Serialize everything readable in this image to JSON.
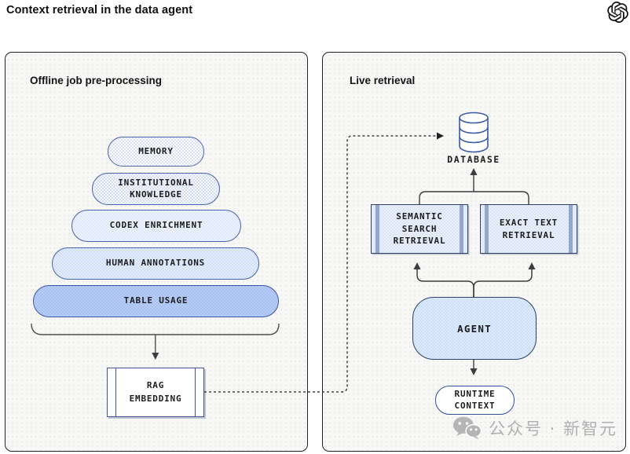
{
  "title": "Context retrieval in the data agent",
  "brand": {
    "logo": "openai-logo"
  },
  "panels": {
    "offline": {
      "heading": "Offline job pre-processing",
      "pyramid": [
        {
          "label": "MEMORY"
        },
        {
          "label": "INSTITUTIONAL\nKNOWLEDGE"
        },
        {
          "label": "CODEX ENRICHMENT"
        },
        {
          "label": "HUMAN ANNOTATIONS"
        },
        {
          "label": "TABLE USAGE"
        }
      ],
      "rag": {
        "label": "RAG\nEMBEDDING"
      }
    },
    "live": {
      "heading": "Live retrieval",
      "database": {
        "label": "DATABASE",
        "icon": "database-icon"
      },
      "retrievals": [
        {
          "label": "SEMANTIC\nSEARCH\nRETRIEVAL"
        },
        {
          "label": "EXACT TEXT\nRETRIEVAL"
        }
      ],
      "agent": {
        "label": "AGENT"
      },
      "runtime": {
        "label": "RUNTIME\nCONTEXT"
      }
    }
  },
  "watermark": {
    "icon": "wechat-icon",
    "text": "公众号 · 新智元"
  },
  "colors": {
    "pill_border": "#4563ae",
    "dark_border": "#2b4065",
    "fill_light": "#dde7fa",
    "fill_human": "#d3e0f9",
    "fill_table": "#a9c2f3",
    "fill_agent": "#cfe0fb",
    "inner_bar": "#92a8cf",
    "panel_bg": "#f7f7f5",
    "connector": "#3d3d3d",
    "database_stroke": "#3a5ba9",
    "watermark_gray": "#b0b0b0"
  }
}
